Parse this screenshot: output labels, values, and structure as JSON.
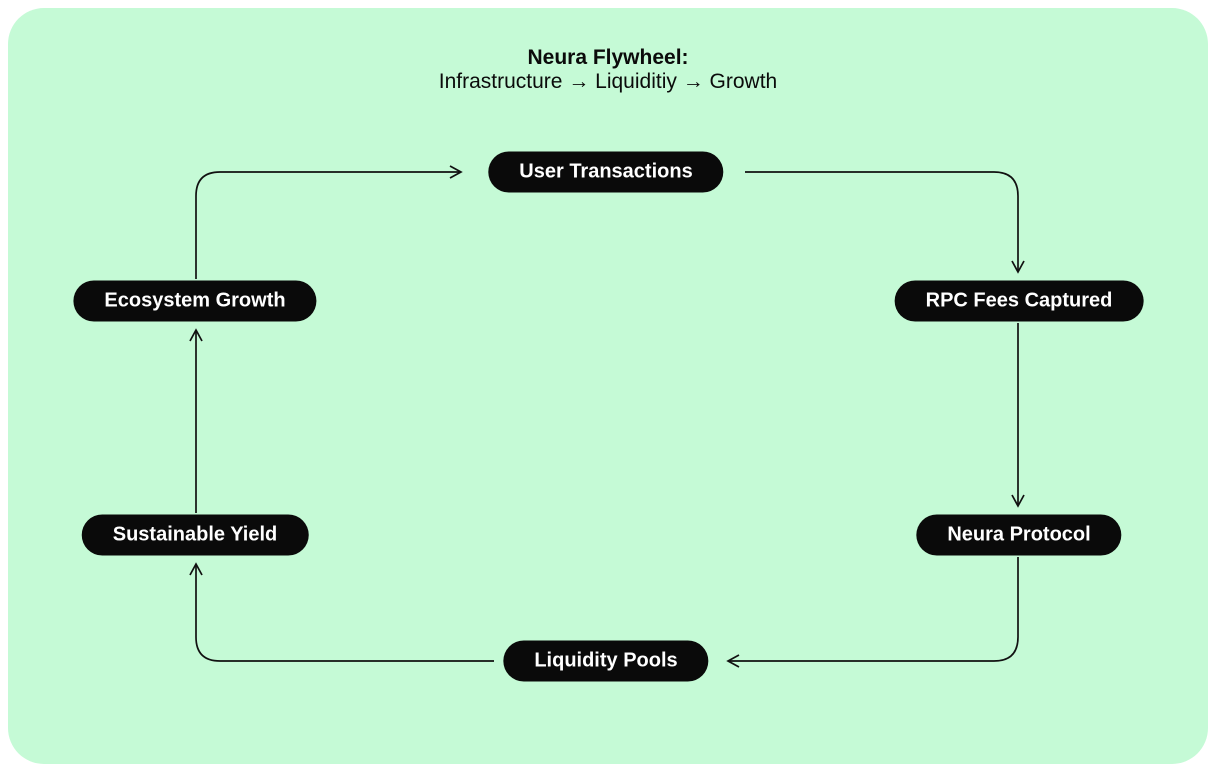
{
  "canvas": {
    "outer_background": "#ffffff",
    "panel_background": "#c5fad6",
    "line_color": "#111111",
    "node_fill": "#0a0a0a",
    "node_text_color": "#ffffff"
  },
  "title": {
    "line1": "Neura Flywheel:",
    "line2": "Infrastructure → Liquiditiy → Growth"
  },
  "diagram": {
    "type": "flowchart-cycle",
    "nodes": [
      {
        "id": "user-transactions",
        "label": "User Transactions",
        "position": "top-center"
      },
      {
        "id": "rpc-fees-captured",
        "label": "RPC Fees Captured",
        "position": "right-upper"
      },
      {
        "id": "neura-protocol",
        "label": "Neura Protocol",
        "position": "right-lower"
      },
      {
        "id": "liquidity-pools",
        "label": "Liquidity Pools",
        "position": "bottom-center"
      },
      {
        "id": "sustainable-yield",
        "label": "Sustainable Yield",
        "position": "left-lower"
      },
      {
        "id": "ecosystem-growth",
        "label": "Ecosystem Growth",
        "position": "left-upper"
      }
    ],
    "edges": [
      {
        "from": "ecosystem-growth",
        "to": "user-transactions"
      },
      {
        "from": "user-transactions",
        "to": "rpc-fees-captured"
      },
      {
        "from": "rpc-fees-captured",
        "to": "neura-protocol"
      },
      {
        "from": "neura-protocol",
        "to": "liquidity-pools"
      },
      {
        "from": "liquidity-pools",
        "to": "sustainable-yield"
      },
      {
        "from": "sustainable-yield",
        "to": "ecosystem-growth"
      }
    ],
    "arrow_style": "open-chevron"
  }
}
